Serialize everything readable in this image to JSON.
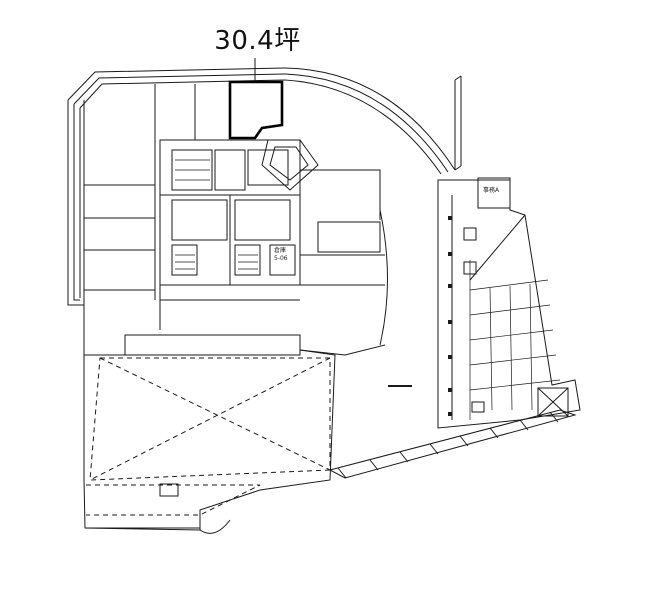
{
  "floor_plan": {
    "unit_area_label": "30.4坪",
    "room_labels": {
      "rest_a": "事務A",
      "storage": "倉庫",
      "room_code": "5-06"
    },
    "colors": {
      "line": "#1a1a1a",
      "highlight": "#000000",
      "background": "#ffffff"
    }
  }
}
